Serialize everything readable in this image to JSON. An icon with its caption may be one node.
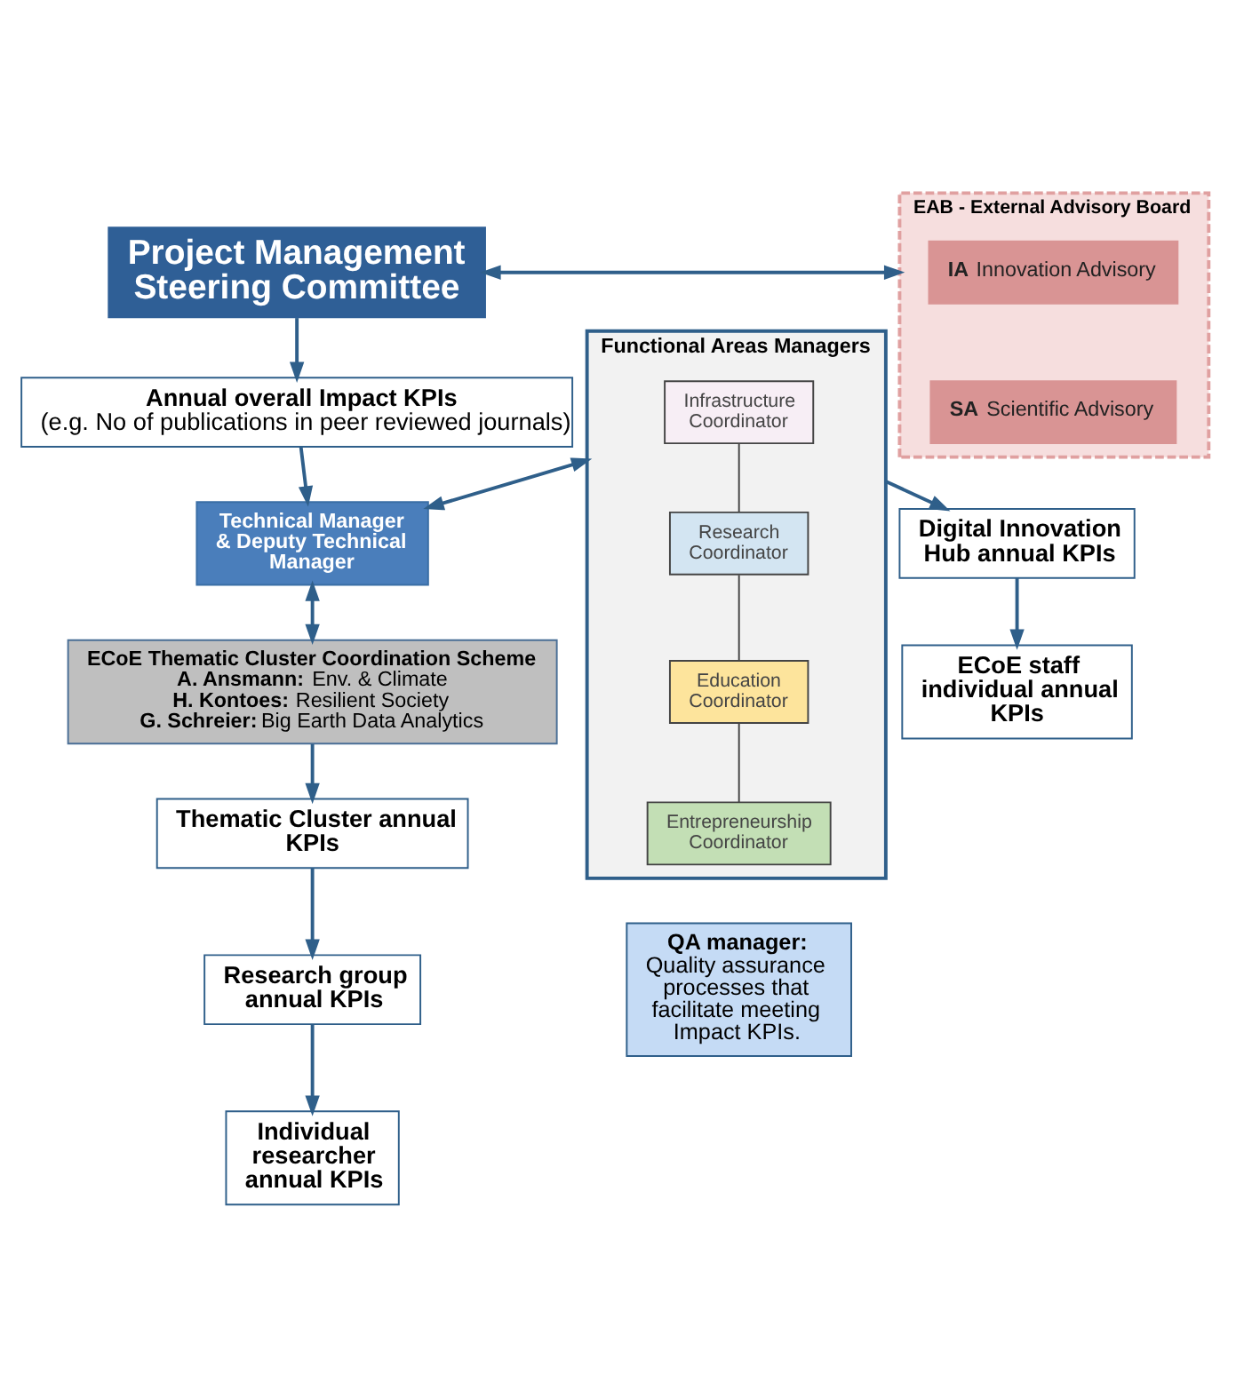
{
  "diagram": {
    "nodes": [
      {
        "text": [
          "Project Management Steering Committee"
        ]
      },
      {
        "text": [
          "EAB - External Advisory Board"
        ]
      },
      {
        "text": [
          "**IA** Innovation Advisory"
        ],
        "in": 1
      },
      {
        "text": [
          "**SA** Scientific Advisory"
        ],
        "in": 1
      },
      {
        "text": [
          "Annual overall Impact KPIs",
          "(e.g. No of publications in peer reviewed journals)"
        ]
      },
      {
        "text": [
          "Functional Areas Managers"
        ]
      },
      {
        "text": [
          "Infrastructure Coordinator"
        ],
        "in": 5
      },
      {
        "text": [
          "Research Coordinator"
        ],
        "in": 5
      },
      {
        "text": [
          "Education Coordinator"
        ],
        "in": 5
      },
      {
        "text": [
          "Entrepreneurship Coordinator"
        ],
        "in": 5
      },
      {
        "text": [
          "Technical Manager & Deputy Technical Manager"
        ]
      },
      {
        "text": [
          "ECoE Thematic Cluster Coordination Scheme",
          "**A. Ansmann:** Env. & Climate",
          "**H. Kontoes:** Resilient Society",
          "**G. Schreier:** Big Earth Data Analytics"
        ]
      },
      {
        "text": [
          "Digital Innovation Hub annual KPIs"
        ]
      },
      {
        "text": [
          "Thematic Cluster annual KPIs"
        ]
      },
      {
        "text": [
          "Research group annual KPIs"
        ]
      },
      {
        "text": [
          "ECoE staff individual annual KPIs"
        ]
      },
      {
        "text": [
          "Individual researcher annual KPIs"
        ]
      },
      {
        "text": [
          "QA manager:",
          "Quality assurance processes that facilitate meeting Impact KPIs."
        ]
      }
    ],
    "edges": [
      {
        "from": 0,
        "to": 1,
        "arrow": "both"
      },
      {
        "from": 0,
        "to": 4,
        "arrow": "to"
      },
      {
        "from": 4,
        "to": 10,
        "arrow": "to"
      },
      {
        "from": 5,
        "to": 10,
        "arrow": "both"
      },
      {
        "from": 10,
        "to": 11,
        "arrow": "both"
      },
      {
        "from": 5,
        "to": 12,
        "arrow": "to"
      },
      {
        "from": 11,
        "to": 13,
        "arrow": "to"
      },
      {
        "from": 12,
        "to": 15,
        "arrow": "to"
      },
      {
        "from": 13,
        "to": 14,
        "arrow": "to"
      },
      {
        "from": 14,
        "to": 16,
        "arrow": "to"
      },
      {
        "from": 6,
        "to": 7,
        "arrow": "none"
      },
      {
        "from": 7,
        "to": 8,
        "arrow": "none"
      },
      {
        "from": 8,
        "to": 9,
        "arrow": "none"
      }
    ]
  }
}
